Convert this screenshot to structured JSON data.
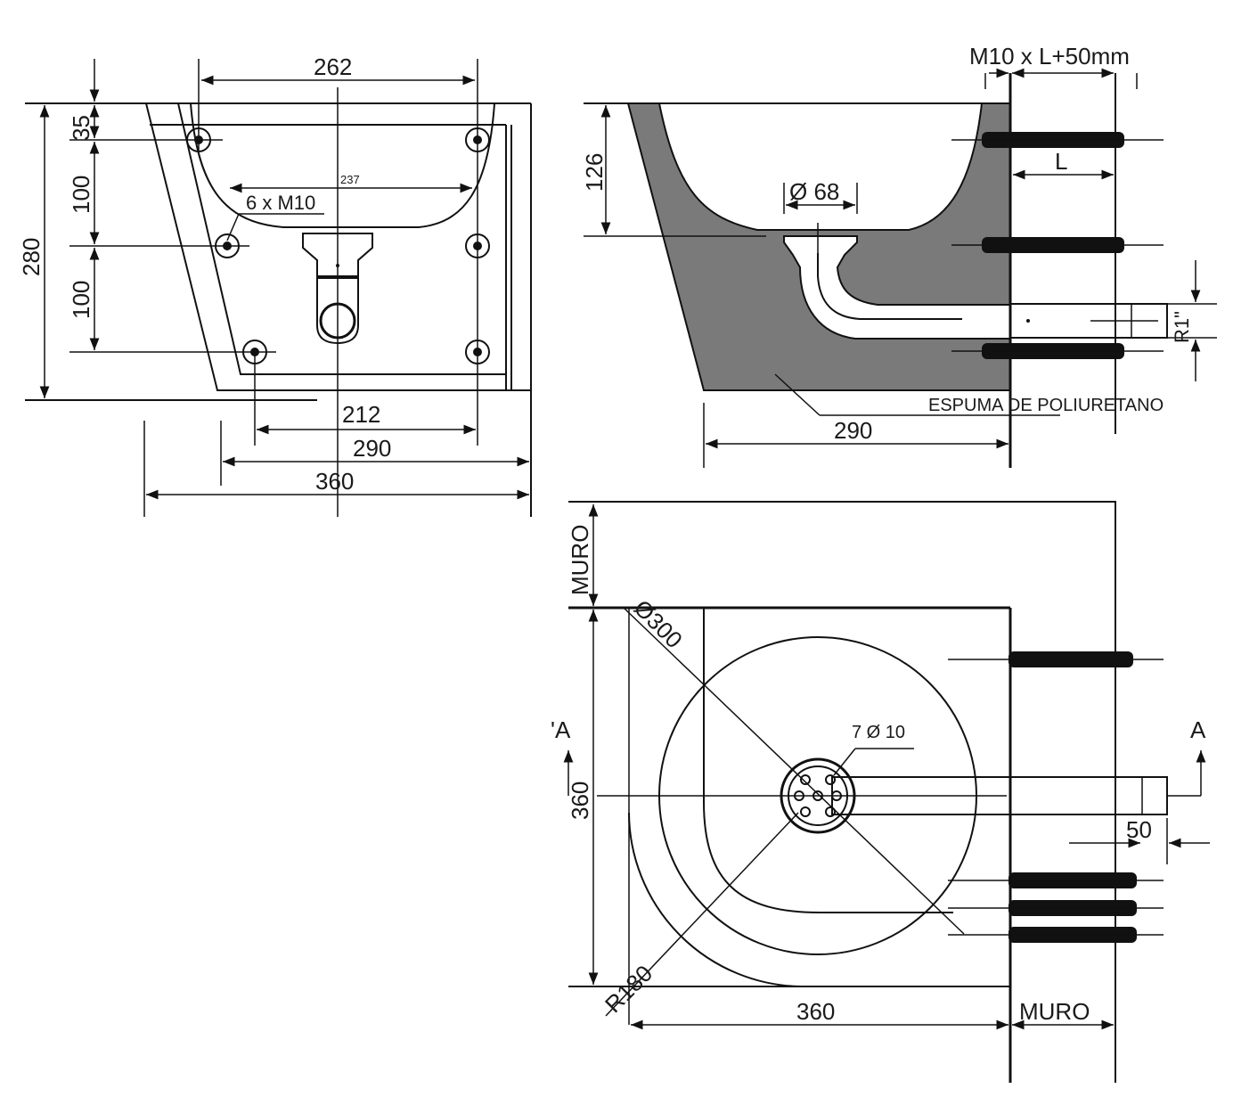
{
  "front_view": {
    "dim_top": "262",
    "dim_inner": "237",
    "dim_holes_note": "6 x M10",
    "dim_35": "35",
    "dim_100_a": "100",
    "dim_100_b": "100",
    "dim_280": "280",
    "dim_212": "212",
    "dim_290": "290",
    "dim_360": "360"
  },
  "side_view": {
    "bolt_label": "M10 x L+50mm",
    "dim_126": "126",
    "dim_drain": "Ø 68",
    "dim_L": "L",
    "dim_thread": "R1\"",
    "foam_label": "ESPUMA DE POLIURETANO",
    "dim_290": "290"
  },
  "plan_view": {
    "wall_top": "MURO",
    "wall_right": "MURO",
    "dim_dia": "Ø300",
    "dim_holes": "7 Ø 10",
    "section_left": "'A",
    "section_right": "A",
    "dim_360_v": "360",
    "dim_360_h": "360",
    "dim_50": "50",
    "dim_radius": "R180"
  }
}
